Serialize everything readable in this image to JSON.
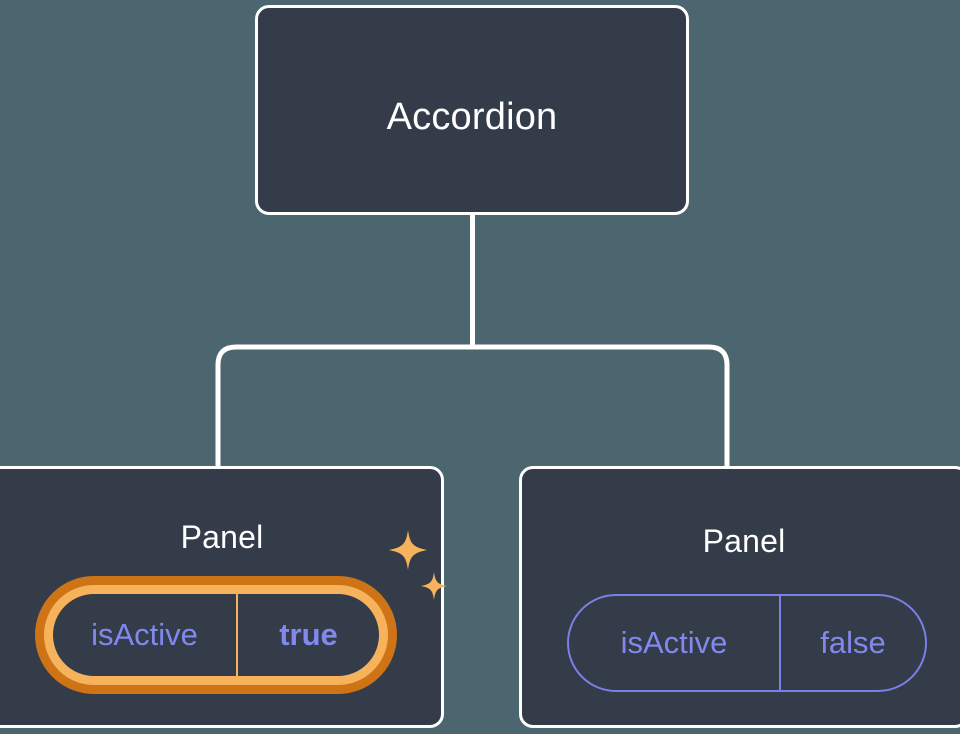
{
  "diagram": {
    "type": "component-tree",
    "background_color": "#4c6670",
    "node_fill_color": "#343b49",
    "node_border_color": "#ffffff",
    "connector_color": "#ffffff",
    "root": {
      "label": "Accordion"
    },
    "children": [
      {
        "label": "Panel",
        "highlighted": true,
        "prop": {
          "key": "isActive",
          "value": "true",
          "value_bold": true,
          "border_outer_color": "#cf7416",
          "border_inner_color": "#f7b25c",
          "text_color": "#8289ee"
        },
        "sparkle_color": "#f7b25c",
        "sparkle_icons": [
          "sparkle-large-icon",
          "sparkle-small-icon"
        ]
      },
      {
        "label": "Panel",
        "highlighted": false,
        "prop": {
          "key": "isActive",
          "value": "false",
          "value_bold": false,
          "border_color": "#7b80e8",
          "text_color": "#8289ee"
        }
      }
    ]
  }
}
